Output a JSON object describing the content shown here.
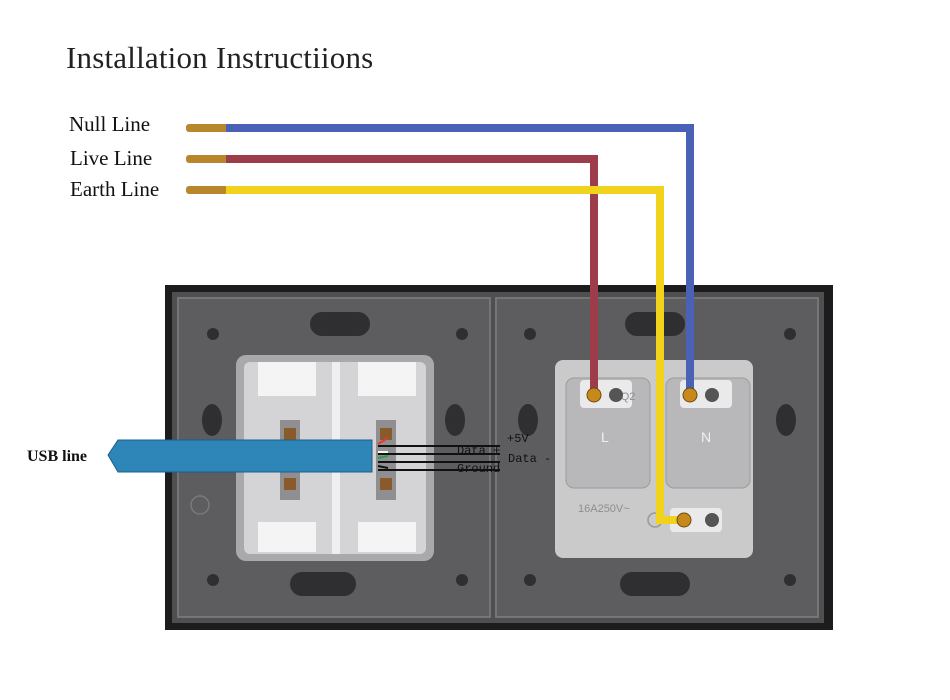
{
  "title": "Installation Instructiions",
  "wires": {
    "null_label": "Null Line",
    "live_label": "Live Line",
    "earth_label": "Earth Line"
  },
  "usb": {
    "label": "USB line",
    "pin_5v": "+5V",
    "pin_data_plus": "Data +",
    "pin_data_minus": "Data -",
    "pin_ground": "Ground"
  },
  "socket": {
    "terminal_live": "L",
    "terminal_neutral": "N",
    "rating": "16A250V~",
    "model": "ZQ2"
  },
  "colors": {
    "null_wire": "#4a62b5",
    "live_wire": "#9e3d4a",
    "earth_wire": "#f1d21c",
    "usb_cable": "#2e86b8",
    "plate": "#5b5b5e",
    "module": "#cfcfcf"
  }
}
